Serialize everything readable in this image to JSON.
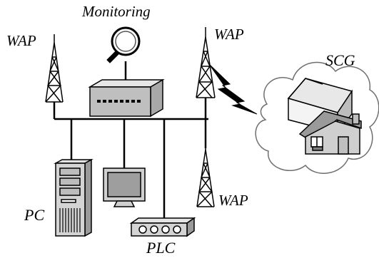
{
  "labels": {
    "monitoring": "Monitoring",
    "wap_left": "WAP",
    "wap_right": "WAP",
    "wap_bottom": "WAP",
    "scg": "SCG",
    "pc": "PC",
    "plc": "PLC"
  },
  "icons": {
    "monitoring": "magnifier-icon",
    "switch": "network-switch-icon",
    "tower": "wap-tower-icon",
    "pc": "desktop-pc-icon",
    "monitor": "monitor-icon",
    "plc": "plc-device-icon",
    "cloud": "cloud-icon",
    "link": "lightning-link-icon",
    "house": "house-icon"
  },
  "colors": {
    "stroke": "#000000",
    "device_fill": "#d4d4d4",
    "switch_fill": "#bfbfbf",
    "screen_fill": "#9e9e9e",
    "house_fill": "#cfcfcf",
    "background": "#ffffff"
  }
}
